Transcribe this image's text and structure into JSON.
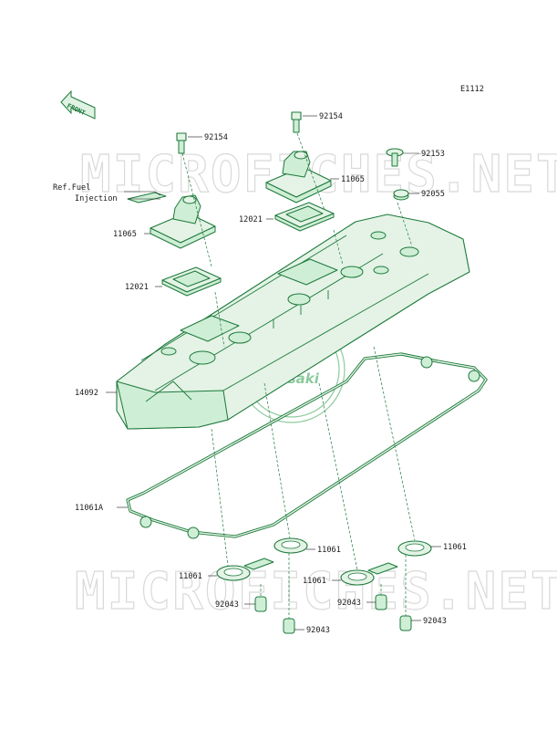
{
  "diagram": {
    "code": "E1112",
    "direction": "FRONT",
    "brand_logo": "Kawasaki",
    "watermark": "MICROFICHES.NET",
    "reference": {
      "line1": "Ref.Fuel",
      "line2": "Injection"
    },
    "callouts": [
      "92154",
      "92154",
      "92153",
      "11065",
      "92055",
      "12021",
      "11065",
      "12021",
      "14092",
      "11061A",
      "11061",
      "11061",
      "11061",
      "11061",
      "92043",
      "92043",
      "92043",
      "92043"
    ]
  }
}
